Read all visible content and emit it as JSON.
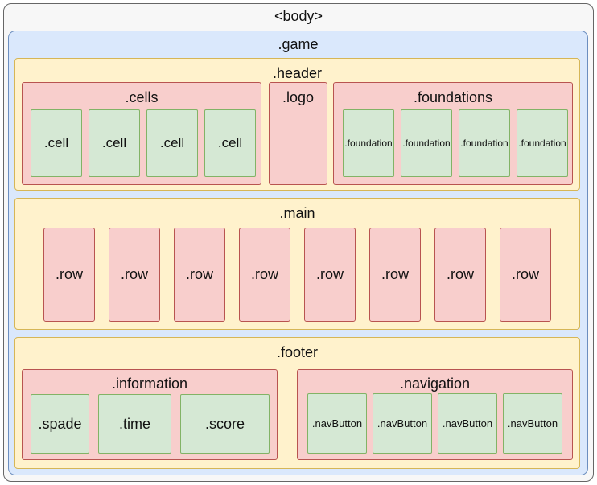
{
  "diagram": {
    "body_label": "<body>",
    "game_label": ".game",
    "header": {
      "label": ".header",
      "cells": {
        "label": ".cells",
        "items": [
          ".cell",
          ".cell",
          ".cell",
          ".cell"
        ]
      },
      "logo": ".logo",
      "foundations": {
        "label": ".foundations",
        "items": [
          ".foundation",
          ".foundation",
          ".foundation",
          ".foundation"
        ]
      }
    },
    "main": {
      "label": ".main",
      "rows": [
        ".row",
        ".row",
        ".row",
        ".row",
        ".row",
        ".row",
        ".row",
        ".row"
      ]
    },
    "footer": {
      "label": ".footer",
      "information": {
        "label": ".information",
        "items": [
          ".spade",
          ".time",
          ".score"
        ]
      },
      "navigation": {
        "label": ".navigation",
        "items": [
          ".navButton",
          ".navButton",
          ".navButton",
          ".navButton"
        ]
      }
    }
  },
  "colors": {
    "body_fill": "#f7f7f7",
    "game_fill": "#dae8fc",
    "section_fill": "#fff2cc",
    "container_fill": "#f8cecc",
    "item_fill": "#d5e8d4"
  }
}
